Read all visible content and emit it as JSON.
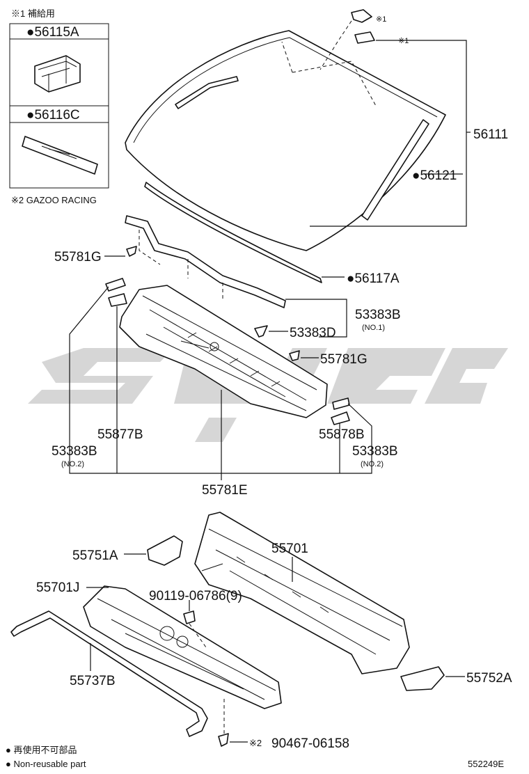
{
  "legend": {
    "note1": "※1 補給用",
    "box_a_label": "●56115A",
    "box_b_label": "●56116C",
    "note2": "※2 GAZOO RACING",
    "mark1_a": "※1",
    "mark1_b": "※1",
    "mark2": "※2",
    "nonreusable_jp": "● 再使用不可部品",
    "nonreusable_en": "● Non-reusable part"
  },
  "parts": {
    "p56111": "56111",
    "p56121": "●56121",
    "p55781g_left": "55781G",
    "p56117a": "●56117A",
    "p53383b_no1": "53383B",
    "p53383b_no1_sub": "(NO.1)",
    "p53383d": "53383D",
    "p55781g_right": "55781G",
    "p55877b": "55877B",
    "p55878b": "55878B",
    "p53383b_no2_left": "53383B",
    "p53383b_no2_left_sub": "(NO.2)",
    "p53383b_no2_right": "53383B",
    "p53383b_no2_right_sub": "(NO.2)",
    "p55781e": "55781E",
    "p55751a": "55751A",
    "p55701": "55701",
    "p55701j": "55701J",
    "p90119": "90119-06786(9)",
    "p55737b": "55737B",
    "p90467": "90467-06158",
    "p55752a": "55752A"
  },
  "diagram_id": "552249E"
}
